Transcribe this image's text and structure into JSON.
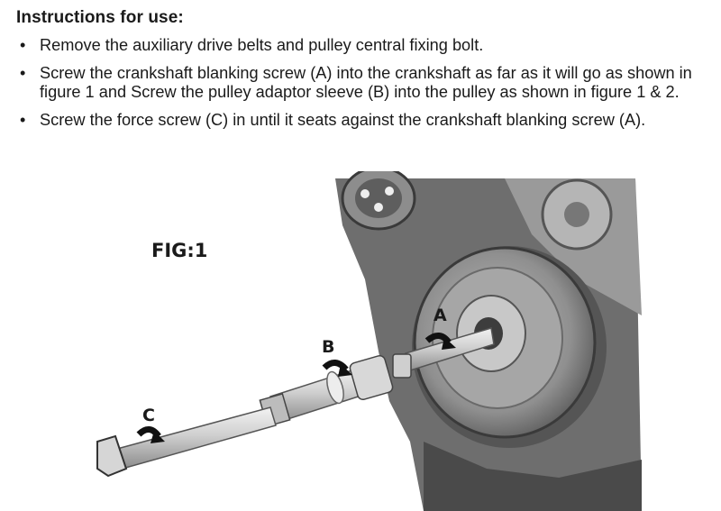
{
  "heading": "Instructions for use:",
  "bullet": "•",
  "steps": [
    "Remove the auxiliary drive belts and pulley central fixing bolt.",
    "Screw the crankshaft blanking screw (A) into the crankshaft as far as it will go as shown in figure 1 and Screw the pulley adaptor sleeve (B) into the pulley as shown in figure 1 & 2.",
    "Screw the force screw (C) in until it seats against the crankshaft blanking screw (A)."
  ],
  "figure": {
    "label": "FIG:1",
    "callouts": {
      "a": "A",
      "b": "B",
      "c": "C"
    }
  },
  "colors": {
    "text": "#1a1a1a",
    "engine_dark": "#3c3c3c",
    "engine_mid": "#8a8a8a",
    "metal_light": "#dcdcdc",
    "arrow": "#111111"
  }
}
